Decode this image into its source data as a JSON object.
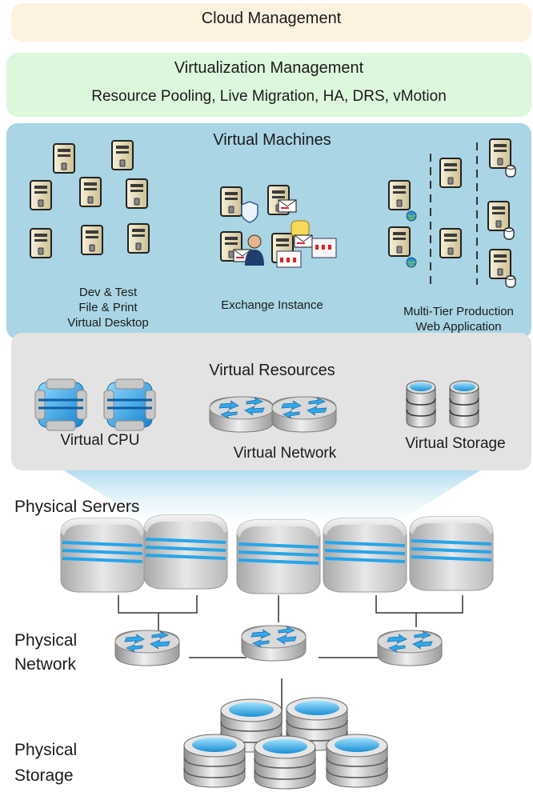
{
  "cloud_management": {
    "title": "Cloud Management"
  },
  "virtualization_management": {
    "title": "Virtualization Management",
    "features": "Resource Pooling, Live Migration, HA, DRS, vMotion"
  },
  "virtual_machines": {
    "title": "Virtual Machines",
    "groups": [
      {
        "lines": [
          "Dev & Test",
          "File & Print",
          "Virtual Desktop"
        ]
      },
      {
        "lines": [
          "Exchange Instance"
        ]
      },
      {
        "lines": [
          "Multi-Tier Production",
          "Web Application"
        ]
      }
    ]
  },
  "virtual_resources": {
    "title": "Virtual Resources",
    "items": [
      "Virtual CPU",
      "Virtual Network",
      "Virtual Storage"
    ]
  },
  "physical": {
    "servers": "Physical Servers",
    "network": [
      "Physical",
      "Network"
    ],
    "storage": [
      "Physical",
      "Storage"
    ]
  },
  "colors": {
    "cloud_band": "#fdf2e0",
    "virtualization_band": "#dcf7dc",
    "vm_band": "#a9d5e4",
    "resources_band": "#e3e3e3",
    "accent_blue": "#29a9e8"
  }
}
